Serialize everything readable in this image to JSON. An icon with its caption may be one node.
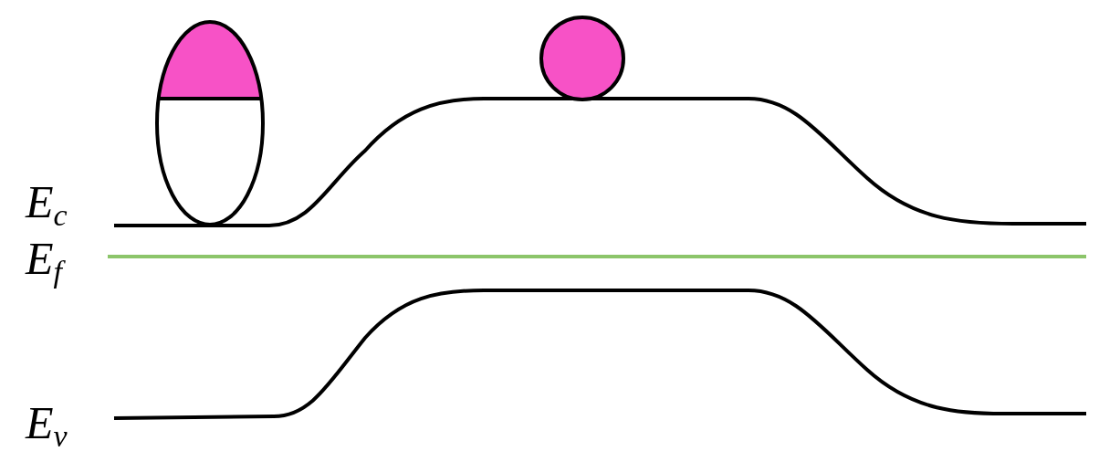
{
  "diagram": {
    "labels": [
      "E$_{c}$",
      "E$_{f}$",
      "E$_{v}$"
    ]
  }
}
